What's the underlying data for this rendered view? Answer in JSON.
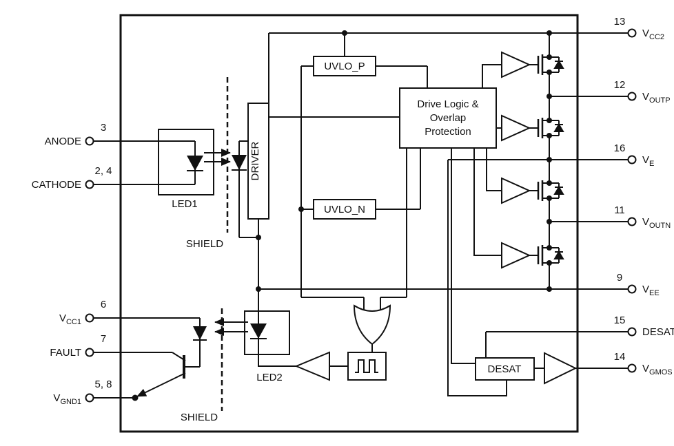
{
  "colors": {
    "ink": "#111111",
    "background": "#ffffff"
  },
  "blocks": {
    "uvlo_p": "UVLO_P",
    "uvlo_n": "UVLO_N",
    "driver": "DRIVER",
    "drive_logic": {
      "line1": "Drive Logic &",
      "line2": "Overlap",
      "line3": "Protection"
    },
    "desat": "DESAT",
    "led1": "LED1",
    "led2": "LED2",
    "shield_top": "SHIELD",
    "shield_bottom": "SHIELD"
  },
  "pins": {
    "left": [
      {
        "number": "3",
        "main": "ANODE",
        "sub": ""
      },
      {
        "number": "2, 4",
        "main": "CATHODE",
        "sub": ""
      },
      {
        "number": "6",
        "main": "V",
        "sub": "CC1"
      },
      {
        "number": "7",
        "main": "FAULT",
        "sub": ""
      },
      {
        "number": "5, 8",
        "main": "V",
        "sub": "GND1"
      }
    ],
    "right": [
      {
        "number": "13",
        "main": "V",
        "sub": "CC2"
      },
      {
        "number": "12",
        "main": "V",
        "sub": "OUTP"
      },
      {
        "number": "16",
        "main": "V",
        "sub": "E"
      },
      {
        "number": "11",
        "main": "V",
        "sub": "OUTN"
      },
      {
        "number": "9",
        "main": "V",
        "sub": "EE"
      },
      {
        "number": "15",
        "main": "DESAT",
        "sub": ""
      },
      {
        "number": "14",
        "main": "V",
        "sub": "GMOS"
      }
    ]
  }
}
